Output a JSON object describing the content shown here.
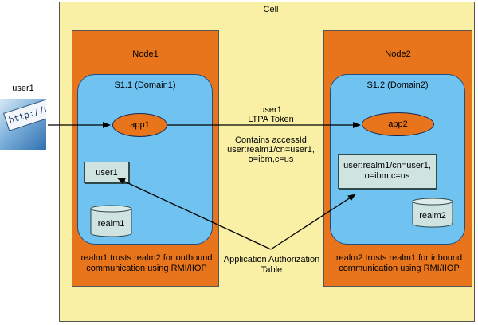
{
  "cell": {
    "label": "Cell"
  },
  "user": {
    "label": "user1",
    "browser_text": "http://ww"
  },
  "node1": {
    "label": "Node1",
    "server_label": "S1.1 (Domain1)",
    "app_label": "app1",
    "user_box_label": "user1",
    "realm_label": "realm1",
    "trust_line1": "realm1 trusts realm2 for outbound",
    "trust_line2": "communication using RMI/IIOP"
  },
  "node2": {
    "label": "Node2",
    "server_label": "S1.2 (Domain2)",
    "app_label": "app2",
    "user_box_line1": "user:realm1/cn=user1,",
    "user_box_line2": "o=ibm,c=us",
    "realm_label": "realm2",
    "trust_line1": "realm2 trusts realm1 for inbound",
    "trust_line2": "communication using RMI/IIOP"
  },
  "token": {
    "line1": "user1",
    "line2": "LTPA Token",
    "line3": "Contains accessId",
    "line4": "user:realm1/cn=user1,",
    "line5": "o=ibm,c=us"
  },
  "auth_table": {
    "line1": "Application Authorization",
    "line2": "Table"
  },
  "colors": {
    "cell_fill": "#f9f0a5",
    "node_fill": "#e8751c",
    "server_fill": "#70c3f0",
    "box_fill": "#cfe3e1"
  }
}
